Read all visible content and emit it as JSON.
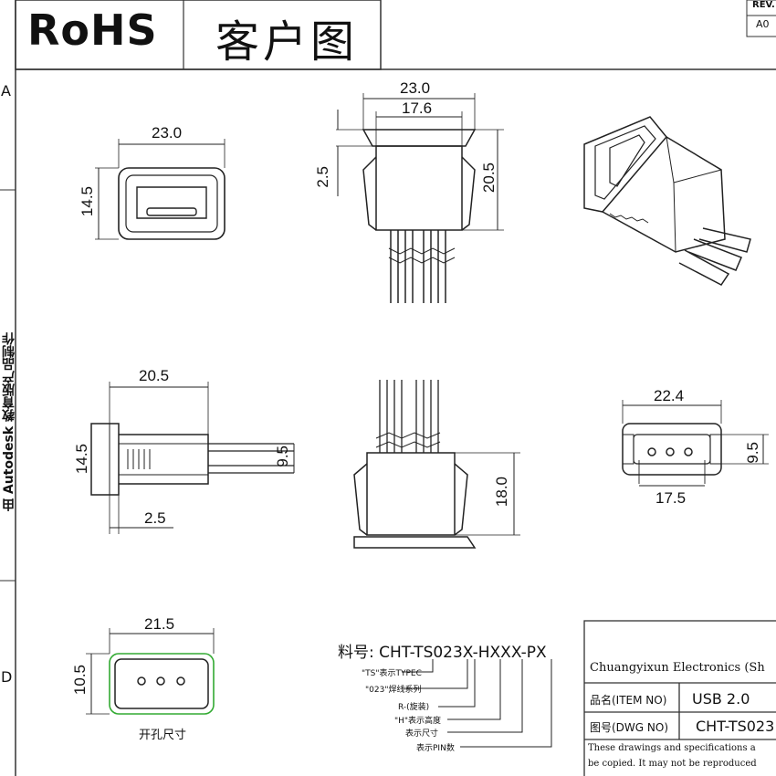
{
  "header": {
    "logo": "RoHS",
    "title": "客户图",
    "rev_label": "REV.",
    "rev_value": "A0"
  },
  "side": {
    "row_a": "A",
    "row_d": "D",
    "watermark": "由 Autodesk 教育版产品制作"
  },
  "views": {
    "front": {
      "width": "23.0",
      "height": "14.5"
    },
    "side_top": {
      "outer": "23.0",
      "inner": "17.6",
      "flange": "2.5",
      "height": "20.5"
    },
    "profile": {
      "length": "20.5",
      "height": "14.5",
      "flange": "2.5",
      "pin": "9.5"
    },
    "bottom_side": {
      "height": "18.0"
    },
    "back": {
      "width": "22.4",
      "inner": "17.5",
      "height": "9.5"
    },
    "panel_cut": {
      "width": "21.5",
      "height": "10.5",
      "caption": "开孔尺寸"
    }
  },
  "part_number": {
    "label": "料号: CHT-TS023X-HXXX-PX",
    "notes": [
      "\"TS\"表示TYPEC",
      "\"023\"焊线系列",
      "R-(旋装)",
      "\"H\"表示高度",
      "表示尺寸",
      "表示PIN数"
    ]
  },
  "title_block": {
    "company": "Chuangyixun Electronics (Sh",
    "item_label": "品名(ITEM NO)",
    "item_value": "USB 2.0",
    "dwg_label": "图号(DWG NO)",
    "dwg_value": "CHT-TS023",
    "note1": "These drawings and specifications a",
    "note2": "be copied. It may not be reproduced"
  }
}
